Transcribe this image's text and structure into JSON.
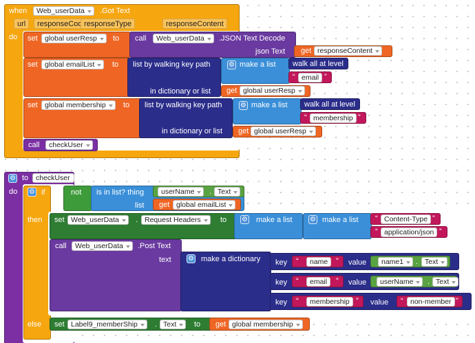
{
  "event_block": {
    "when": "when",
    "component": "Web_userData",
    "event": ".Got Text",
    "params": [
      "url",
      "responseCode",
      "responseType",
      "responseContent"
    ],
    "do": "do",
    "set1": {
      "set": "set",
      "var": "global userResp",
      "to": "to",
      "call": "call",
      "component": "Web_userData",
      "method": ".JSON Text Decode",
      "json_text": "json Text",
      "get": "get",
      "get_var": "responseContent"
    },
    "set2": {
      "set": "set",
      "var": "global emailList",
      "to": "to",
      "walk": "list by walking key path",
      "make_list": "make a list",
      "walk_all": "walk all at level",
      "str": "email",
      "in_dict": "in dictionary or list",
      "get": "get",
      "get_var": "global userResp"
    },
    "set3": {
      "set": "set",
      "var": "global membership",
      "to": "to",
      "walk": "list by walking key path",
      "make_list": "make a list",
      "walk_all": "walk all at level",
      "str": "membership",
      "in_dict": "in dictionary or list",
      "get": "get",
      "get_var": "global userResp"
    },
    "call": "call",
    "call_proc": "checkUser"
  },
  "proc_block": {
    "to": "to",
    "name": "checkUser",
    "do": "do",
    "if": "if",
    "not": "not",
    "is_in_list": "is in list? thing",
    "thing_comp": "userName",
    "thing_prop": "Text",
    "list": "list",
    "get": "get",
    "list_var": "global emailList",
    "then": "then",
    "set_headers": {
      "set": "set",
      "component": "Web_userData",
      "prop": "Request Headers",
      "to": "to",
      "make_list_outer": "make a list",
      "make_list_inner": "make a list",
      "str1": "Content-Type",
      "str2": "application/json"
    },
    "post": {
      "call": "call",
      "component": "Web_userData",
      "method": ".Post Text",
      "text": "text",
      "make_dict": "make a dictionary",
      "key": "key",
      "value": "value",
      "key1": "name",
      "val1_comp": "name1",
      "val1_prop": "Text",
      "key2": "email",
      "val2_comp": "userName",
      "val2_prop": "Text",
      "key3": "membership",
      "val3_str": "non-member"
    },
    "else": "else",
    "else_set": {
      "set": "set",
      "component": "Label9_memberShip",
      "prop": "Text",
      "to": "to",
      "get": "get",
      "var": "global membership"
    }
  },
  "colors": {
    "event": "#f6a60e",
    "variable": "#ef6624",
    "procedure": "#7b2fa3",
    "component_method": "#6a3aa0",
    "list": "#6236a8",
    "list_blue": "#3a8fd8",
    "dict": "#2b2d8a",
    "text": "#c2185b",
    "control": "#f6a60e",
    "logic": "#3e9b3a",
    "setter": "#2e7d32",
    "component_get": "#5aa342"
  }
}
